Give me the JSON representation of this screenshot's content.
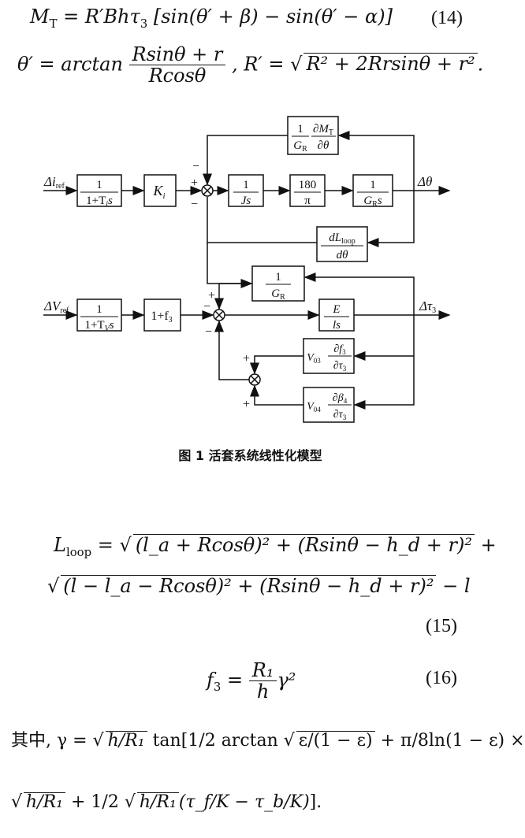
{
  "eq14": {
    "lhs": "M",
    "lhs_sub": "T",
    "rhs": "= R′Bhτ",
    "rhs_sub": "3",
    "bracket": "[sin(θ′ + β) − sin(θ′ − α)]",
    "number": "(14)"
  },
  "eq_theta": {
    "lhs": "θ′ = arctan",
    "num": "Rsinθ + r",
    "den": "Rcosθ",
    "mid": ",  R′ =",
    "rad": "R² + 2Rrsinθ + r²",
    "end": "."
  },
  "diagram": {
    "blocks": {
      "ti": [
        "1",
        "1+T",
        "i",
        "s"
      ],
      "ki": "K",
      "ki_sub": "i",
      "js": [
        "1",
        "Js"
      ],
      "pi": [
        "180",
        "π"
      ],
      "grs": [
        "1",
        "G",
        "R",
        "s"
      ],
      "dm": [
        "1",
        "G",
        "R",
        "∂M",
        "T",
        "∂θ"
      ],
      "dl": [
        "dL",
        "loop",
        "dθ"
      ],
      "gr": [
        "1",
        "G",
        "R"
      ],
      "tv": [
        "1",
        "1+T",
        "V",
        "s"
      ],
      "f3": "1+f",
      "f3_sub": "3",
      "els": [
        "E",
        "ls"
      ],
      "v03": [
        "V",
        "03",
        "∂f",
        "3",
        "∂τ",
        "3"
      ],
      "v04": [
        "V",
        "04",
        "∂β",
        "4",
        "∂τ",
        "3"
      ]
    },
    "signals": {
      "iref": "Δi",
      "iref_sub": "ref",
      "vref": "ΔV",
      "vref_sub": "ref",
      "theta": "Δθ",
      "tau": "Δτ",
      "tau_sub": "3"
    },
    "signs": {
      "plus": "+",
      "minus": "−"
    }
  },
  "caption": "图 1   活套系统线性化模型",
  "eq15": {
    "l1_lhs": "L",
    "l1_lhs_sub": "loop",
    "l1_eq": " = ",
    "l1_rad": "(l_a + Rcosθ)² + (Rsinθ − h_d + r)²",
    "l1_end": " +",
    "l2_rad": "(l − l_a − Rcosθ)² + (Rsinθ − h_d + r)²",
    "l2_end": " − l",
    "number": "(15)"
  },
  "eq16": {
    "lhs": "f",
    "lhs_sub": "3",
    "eq": " = ",
    "num": "R₁",
    "den": "h",
    "rest": "γ²",
    "number": "(16)"
  },
  "eq17": {
    "intro": "其中, γ = ",
    "r1": "h/R₁",
    "tan": "tan[",
    "half": "1/2",
    "arctan": "arctan",
    "r2": "ε/(1 − ε)",
    "plus_pi": " + ",
    "pi8": "π/8",
    "ln": "ln(1 − ε) ×",
    "l2_r": "h/R₁",
    "l2_plus": " + ",
    "l2_half": "1/2",
    "l2_r2": "h/R₁",
    "paren": "(τ_f/K − τ_b/K)",
    "end": "]."
  }
}
